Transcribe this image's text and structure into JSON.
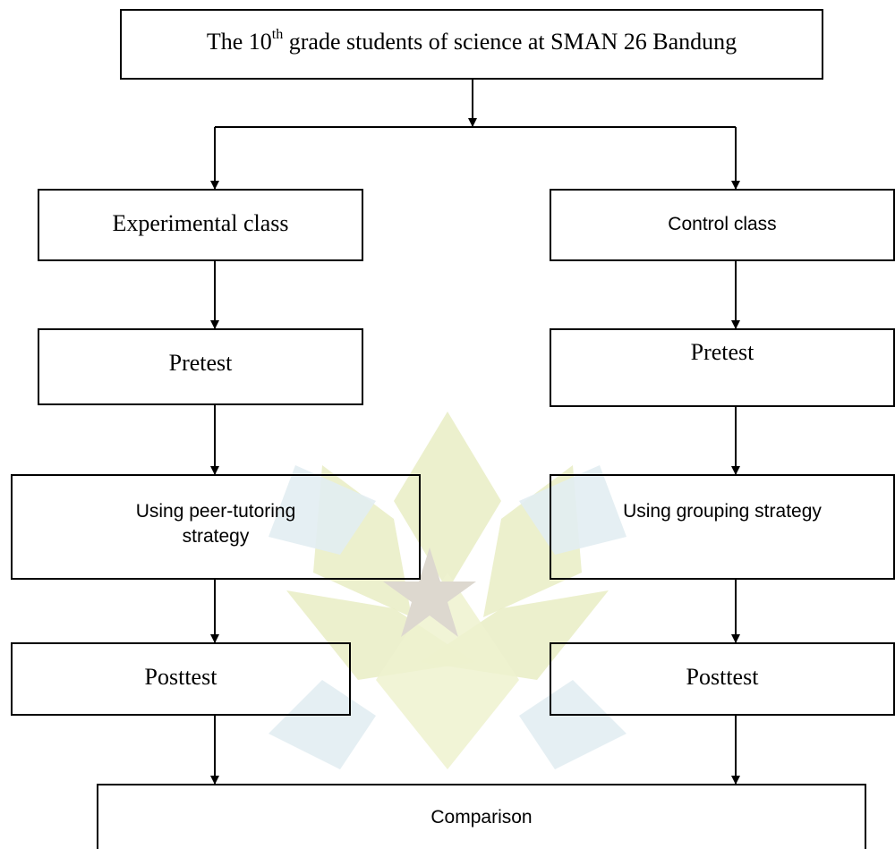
{
  "diagram": {
    "root": {
      "text_before": "The 10",
      "superscript": "th",
      "text_after": " grade students of science at SMAN 26 Bandung"
    },
    "left_branch": {
      "class_label": "Experimental class",
      "pretest_label": "Pretest",
      "strategy_label_line1": "Using peer-tutoring",
      "strategy_label_line2": "strategy",
      "posttest_label": "Posttest"
    },
    "right_branch": {
      "class_label": "Control class",
      "pretest_label": "Pretest",
      "strategy_label": "Using grouping strategy",
      "posttest_label": "Posttest"
    },
    "comparison_label": "Comparison"
  },
  "colors": {
    "line": "#000000",
    "watermark_green": "#e9edc4",
    "watermark_blue": "#e2edf2",
    "watermark_star": "#ddd8cf"
  }
}
